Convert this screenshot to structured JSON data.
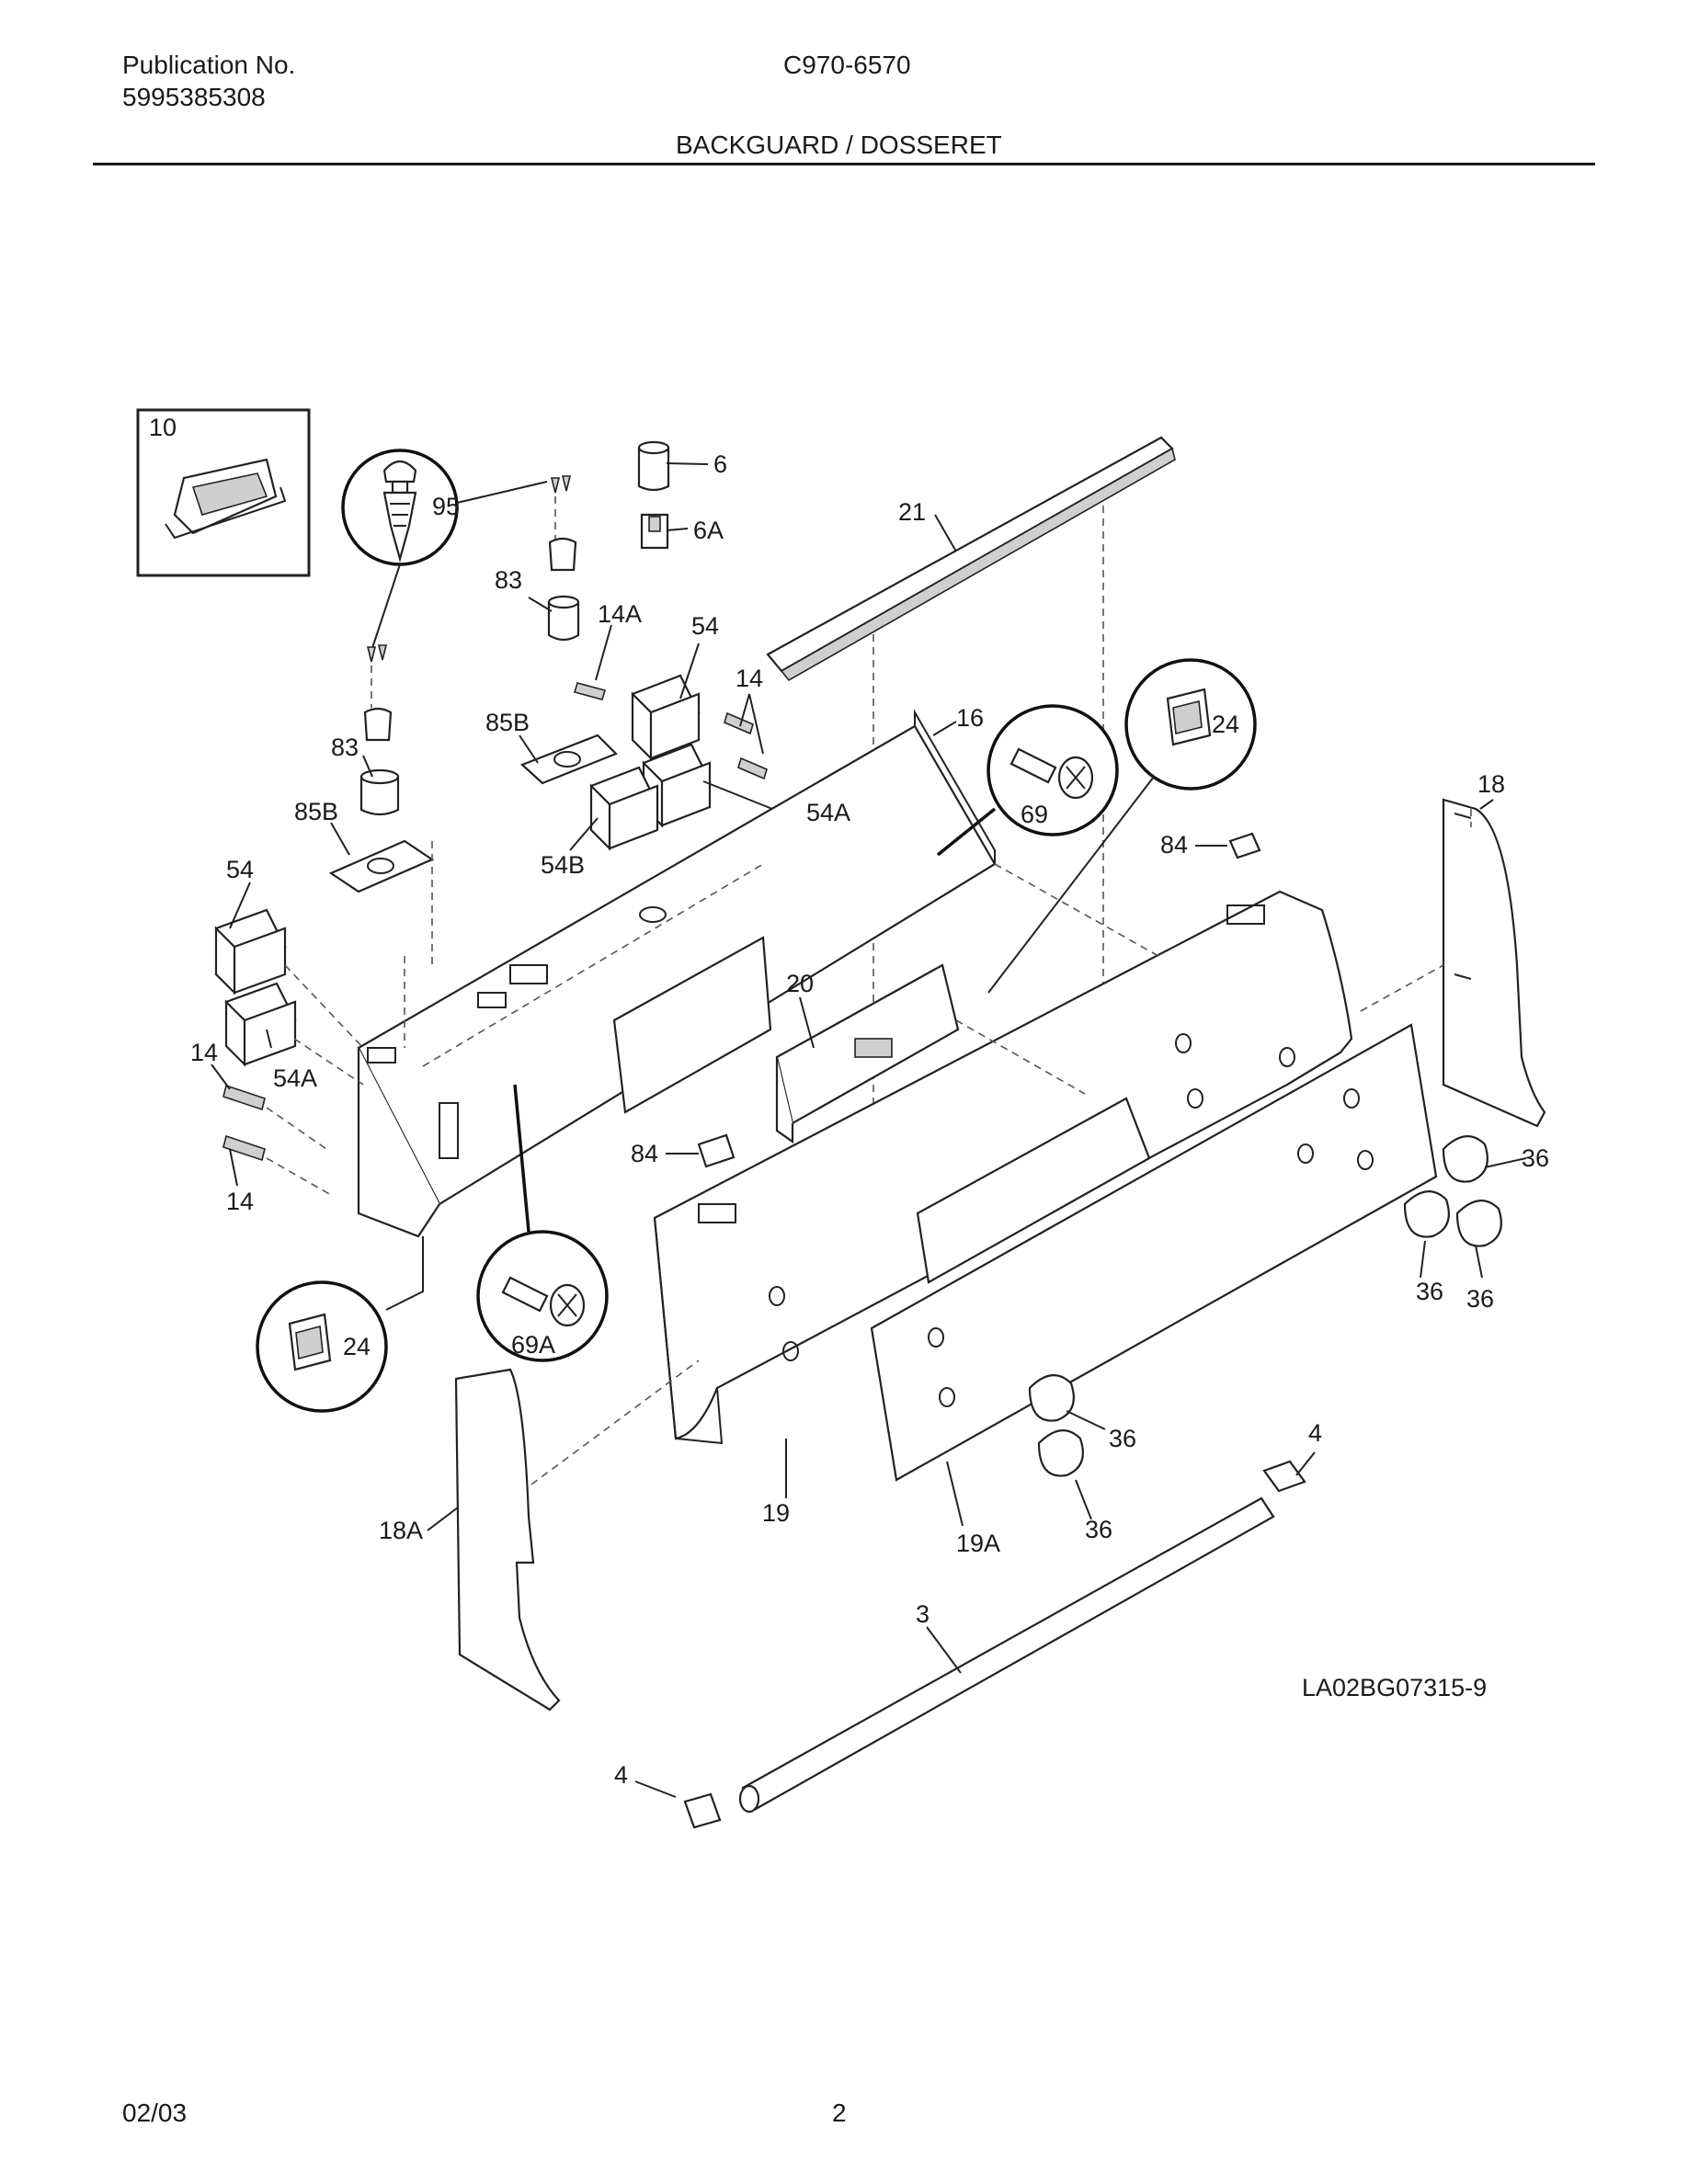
{
  "header": {
    "publication_label": "Publication No.",
    "publication_number": "5995385308",
    "model_number": "C970-6570",
    "section_title": "BACKGUARD / DOSSERET"
  },
  "footer": {
    "date_code": "02/03",
    "page_number": "2"
  },
  "diagram": {
    "drawing_code": "LA02BG07315-9",
    "callouts": [
      {
        "id": "c10",
        "label": "10"
      },
      {
        "id": "c95",
        "label": "95"
      },
      {
        "id": "c6",
        "label": "6"
      },
      {
        "id": "c6a",
        "label": "6A"
      },
      {
        "id": "c21",
        "label": "21"
      },
      {
        "id": "c83a",
        "label": "83"
      },
      {
        "id": "c14a",
        "label": "14A"
      },
      {
        "id": "c54a",
        "label": "54"
      },
      {
        "id": "c14top",
        "label": "14"
      },
      {
        "id": "c85ba",
        "label": "85B"
      },
      {
        "id": "c16",
        "label": "16"
      },
      {
        "id": "c24a",
        "label": "24"
      },
      {
        "id": "c83b",
        "label": "83"
      },
      {
        "id": "c54Aa",
        "label": "54A"
      },
      {
        "id": "c69",
        "label": "69"
      },
      {
        "id": "c18",
        "label": "18"
      },
      {
        "id": "c85bb",
        "label": "85B"
      },
      {
        "id": "c54b",
        "label": "54B"
      },
      {
        "id": "c84a",
        "label": "84"
      },
      {
        "id": "c54c",
        "label": "54"
      },
      {
        "id": "c20",
        "label": "20"
      },
      {
        "id": "c14b",
        "label": "14"
      },
      {
        "id": "c54Ab",
        "label": "54A"
      },
      {
        "id": "c84b",
        "label": "84"
      },
      {
        "id": "c14c",
        "label": "14"
      },
      {
        "id": "c36a",
        "label": "36"
      },
      {
        "id": "c36b",
        "label": "36"
      },
      {
        "id": "c36c",
        "label": "36"
      },
      {
        "id": "c24b",
        "label": "24"
      },
      {
        "id": "c69a",
        "label": "69A"
      },
      {
        "id": "c4a",
        "label": "4"
      },
      {
        "id": "c36d",
        "label": "36"
      },
      {
        "id": "c19",
        "label": "19"
      },
      {
        "id": "c18a",
        "label": "18A"
      },
      {
        "id": "c36e",
        "label": "36"
      },
      {
        "id": "c19a",
        "label": "19A"
      },
      {
        "id": "c3",
        "label": "3"
      },
      {
        "id": "c4b",
        "label": "4"
      }
    ]
  }
}
